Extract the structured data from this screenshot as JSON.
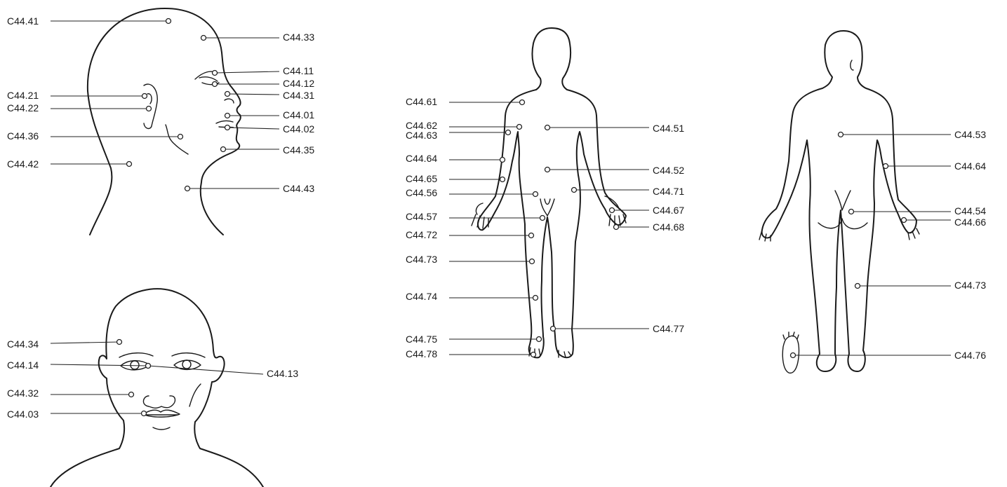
{
  "figures": [
    {
      "id": "head-profile",
      "codes": [
        {
          "code": "C44.41",
          "side": "left"
        },
        {
          "code": "C44.33",
          "side": "right"
        },
        {
          "code": "C44.11",
          "side": "right"
        },
        {
          "code": "C44.12",
          "side": "right"
        },
        {
          "code": "C44.31",
          "side": "right"
        },
        {
          "code": "C44.21",
          "side": "left"
        },
        {
          "code": "C44.22",
          "side": "left"
        },
        {
          "code": "C44.01",
          "side": "right"
        },
        {
          "code": "C44.02",
          "side": "right"
        },
        {
          "code": "C44.36",
          "side": "left"
        },
        {
          "code": "C44.35",
          "side": "right"
        },
        {
          "code": "C44.42",
          "side": "left"
        },
        {
          "code": "C44.43",
          "side": "right"
        }
      ]
    },
    {
      "id": "head-front",
      "codes": [
        {
          "code": "C44.34",
          "side": "left"
        },
        {
          "code": "C44.14",
          "side": "left"
        },
        {
          "code": "C44.13",
          "side": "right"
        },
        {
          "code": "C44.32",
          "side": "left"
        },
        {
          "code": "C44.03",
          "side": "left"
        }
      ]
    },
    {
      "id": "body-front",
      "codes": [
        {
          "code": "C44.61",
          "side": "left"
        },
        {
          "code": "C44.62",
          "side": "left"
        },
        {
          "code": "C44.63",
          "side": "left"
        },
        {
          "code": "C44.51",
          "side": "right"
        },
        {
          "code": "C44.64",
          "side": "left"
        },
        {
          "code": "C44.52",
          "side": "right"
        },
        {
          "code": "C44.65",
          "side": "left"
        },
        {
          "code": "C44.56",
          "side": "left"
        },
        {
          "code": "C44.71",
          "side": "right"
        },
        {
          "code": "C44.67",
          "side": "right"
        },
        {
          "code": "C44.57",
          "side": "left"
        },
        {
          "code": "C44.68",
          "side": "right"
        },
        {
          "code": "C44.72",
          "side": "left"
        },
        {
          "code": "C44.73",
          "side": "left"
        },
        {
          "code": "C44.74",
          "side": "left"
        },
        {
          "code": "C44.77",
          "side": "right"
        },
        {
          "code": "C44.75",
          "side": "left"
        },
        {
          "code": "C44.78",
          "side": "left"
        }
      ]
    },
    {
      "id": "body-back",
      "codes": [
        {
          "code": "C44.53",
          "side": "right"
        },
        {
          "code": "C44.64",
          "side": "right"
        },
        {
          "code": "C44.54",
          "side": "right"
        },
        {
          "code": "C44.66",
          "side": "right"
        },
        {
          "code": "C44.73",
          "side": "right"
        },
        {
          "code": "C44.76",
          "side": "right"
        }
      ]
    }
  ]
}
